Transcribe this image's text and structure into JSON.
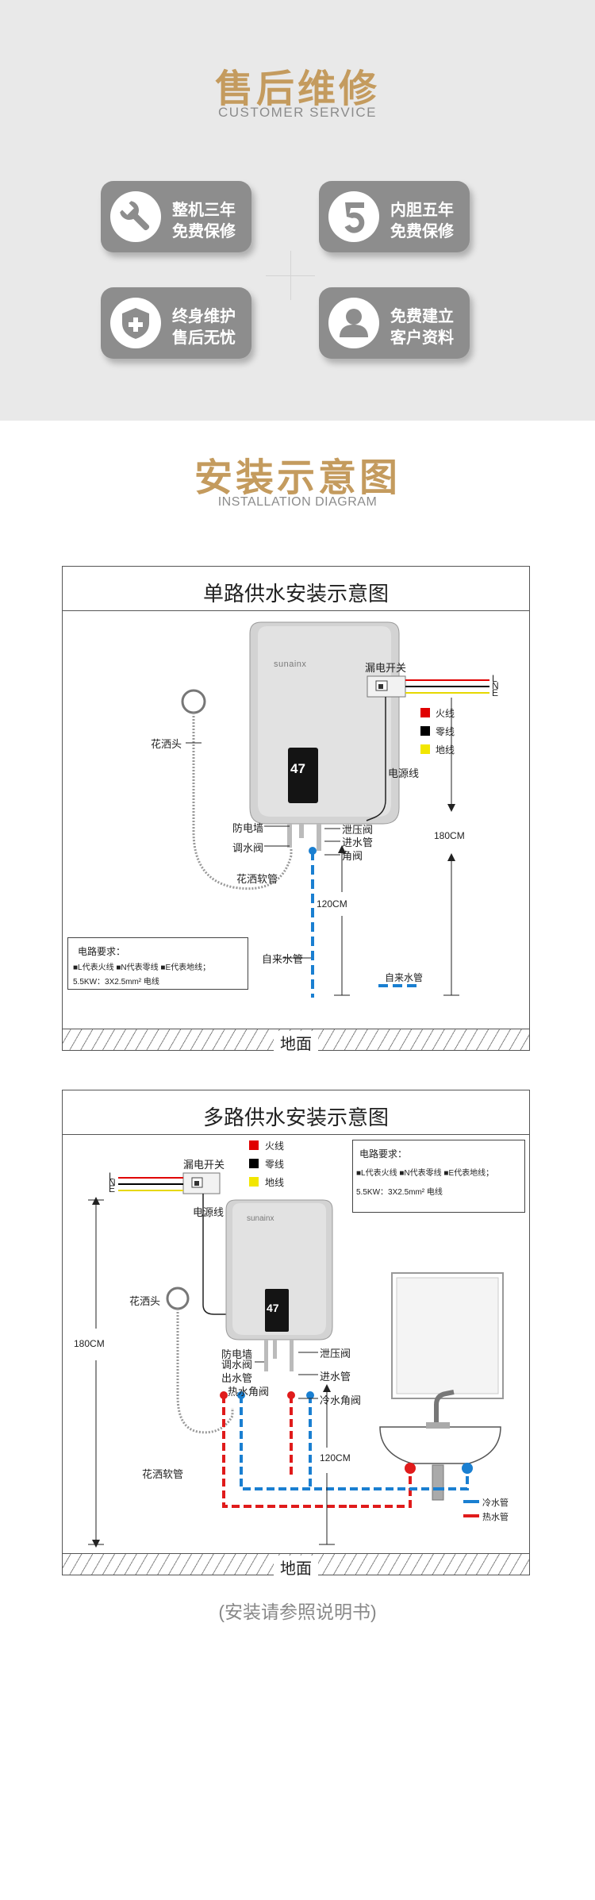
{
  "service": {
    "title": "售后维修",
    "subtitle": "CUSTOMER SERVICE",
    "cards": [
      {
        "line1": "整机三年",
        "line2": "免费保修",
        "icon": "wrench-icon"
      },
      {
        "line1": "内胆五年",
        "line2": "免费保修",
        "icon": "number-5-icon"
      },
      {
        "line1": "终身维护",
        "line2": "售后无忧",
        "icon": "shield-plus-icon"
      },
      {
        "line1": "免费建立",
        "line2": "客户资料",
        "icon": "user-icon"
      }
    ]
  },
  "install": {
    "title": "安装示意图",
    "subtitle": "INSTALLATION  DIAGRAM"
  },
  "diagram1": {
    "title": "单路供水安装示意图",
    "brand": "sunainx",
    "display": "47",
    "labels": {
      "leakage_switch": "漏电开关",
      "shower_head": "花洒头",
      "power_cord": "电源线",
      "anti_electric_wall": "防电墙",
      "relief_valve": "泄压阀",
      "inlet_pipe": "进水管",
      "mixing_valve": "调水阀",
      "angle_valve": "角阀",
      "shower_hose": "花洒软管",
      "tap_water_pipe": "自来水管",
      "ground": "地面",
      "height_180": "180CM",
      "height_120": "120CM",
      "legend_tap_water": "自来水管",
      "L": "L",
      "N": "N",
      "E": "E"
    },
    "wire_legend": [
      {
        "label": "火线",
        "color": "#e00000"
      },
      {
        "label": "零线",
        "color": "#000000"
      },
      {
        "label": "地线",
        "color": "#f2e600"
      }
    ],
    "note": {
      "title": "电路要求：",
      "line1": "■L代表火线  ■N代表零线  ■E代表地线；",
      "line2": "5.5KW：3X2.5mm² 电线"
    }
  },
  "diagram2": {
    "title": "多路供水安装示意图",
    "brand": "sunainx",
    "display": "47",
    "labels": {
      "leakage_switch": "漏电开关",
      "power_cord": "电源线",
      "shower_head": "花洒头",
      "anti_electric_wall": "防电墙",
      "mixing_valve": "调水阀",
      "outlet_pipe": "出水管",
      "hot_angle_valve": "热水角阀",
      "relief_valve": "泄压阀",
      "inlet_pipe": "进水管",
      "cold_angle_valve": "冷水角阀",
      "shower_hose": "花洒软管",
      "ground": "地面",
      "height_180": "180CM",
      "height_120": "120CM",
      "legend_cold": "冷水管",
      "legend_hot": "热水管",
      "L": "L",
      "N": "N",
      "E": "E"
    },
    "wire_legend": [
      {
        "label": "火线",
        "color": "#e00000"
      },
      {
        "label": "零线",
        "color": "#000000"
      },
      {
        "label": "地线",
        "color": "#f2e600"
      }
    ],
    "note": {
      "title": "电路要求：",
      "line1": "■L代表火线  ■N代表零线  ■E代表地线；",
      "line2": "5.5KW：3X2.5mm² 电线"
    }
  },
  "footer_note": "(安装请参照说明书)",
  "colors": {
    "gold": "#c49b5e",
    "card_gray": "#8d8d8d",
    "cold_pipe": "#1a7fd1",
    "hot_pipe": "#e01b1b"
  }
}
